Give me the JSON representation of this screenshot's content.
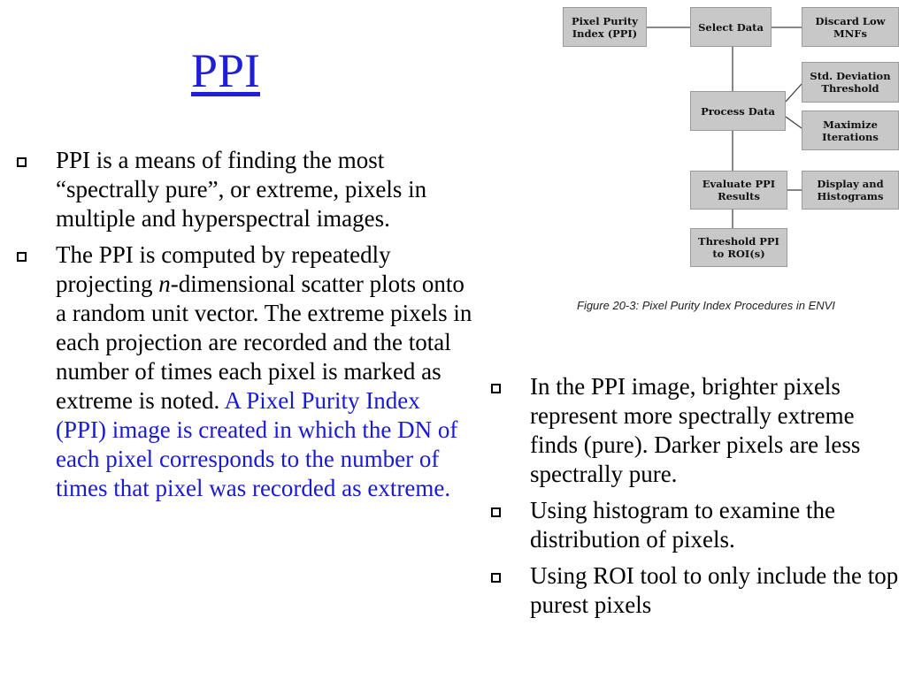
{
  "slide": {
    "title": "PPI",
    "left_bullets": [
      {
        "text": "PPI is a means of finding the most “spectrally pure”, or extreme, pixels in multiple and hyperspectral images."
      },
      {
        "text_a": "The PPI is computed by repeatedly projecting ",
        "italic": "n",
        "text_b": "-dimensional scatter plots onto a random unit vector. The extreme pixels in each projection are recorded and the total number of times each pixel is marked as extreme is noted. ",
        "highlight": "A Pixel Purity Index (PPI) image is created in which the DN of each pixel corresponds to the number of times that pixel was recorded as extreme."
      }
    ],
    "right_bullets": [
      {
        "text": "In the PPI image, brighter pixels represent more spectrally extreme finds (pure). Darker pixels are less spectrally pure."
      },
      {
        "text": "Using histogram to examine the distribution of pixels."
      },
      {
        "text": "Using ROI tool to only include the top purest pixels"
      }
    ]
  },
  "diagram": {
    "nodes": {
      "ppi": "Pixel Purity Index (PPI)",
      "select": "Select Data",
      "discard": "Discard Low MNFs",
      "stddev": "Std. Deviation Threshold",
      "process": "Process Data",
      "maximize": "Maximize Iterations",
      "evaluate": "Evaluate PPI Results",
      "display": "Display and Histograms",
      "threshold": "Threshold PPI to ROI(s)"
    },
    "caption": "Figure 20-3: Pixel Purity Index Procedures in ENVI",
    "colors": {
      "node_fill": "#c8c8c8",
      "line": "#444444"
    }
  }
}
